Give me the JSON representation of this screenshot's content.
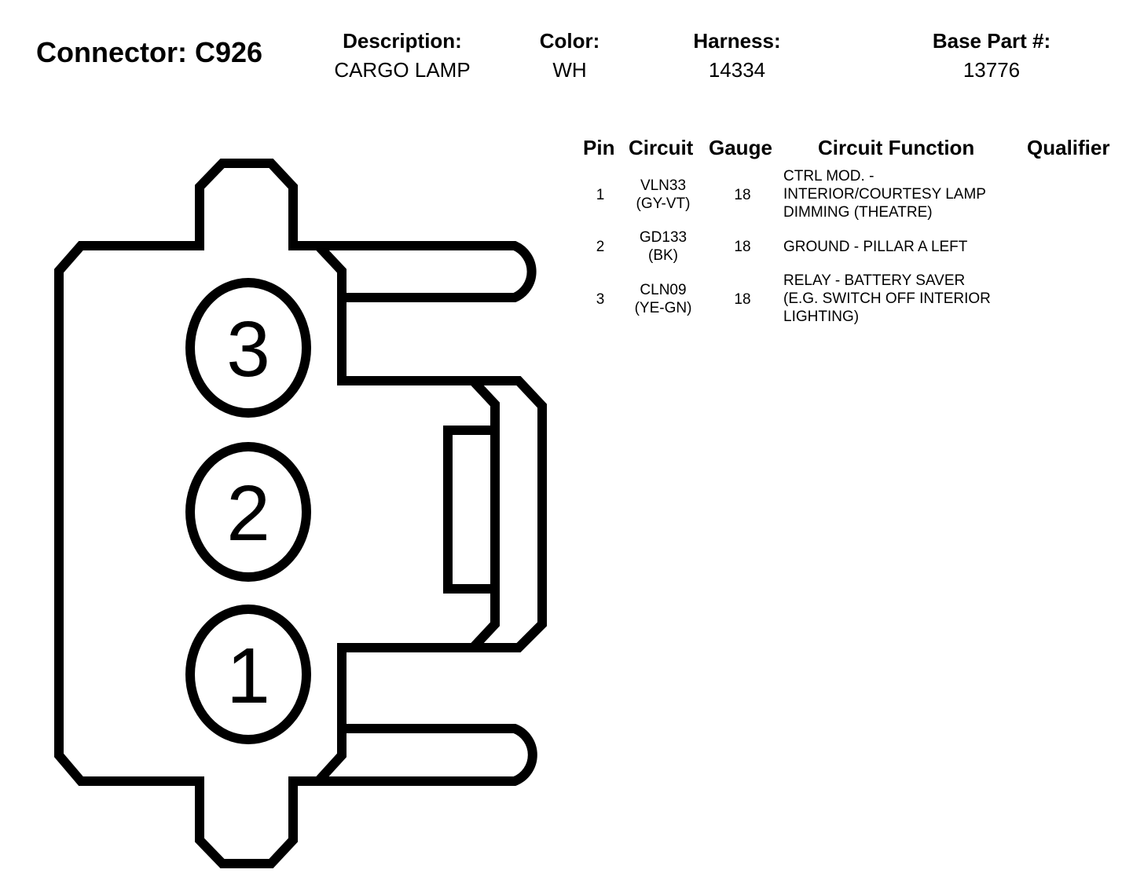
{
  "header": {
    "connector_title": "Connector: C926",
    "description_label": "Description:",
    "description_value": "CARGO LAMP",
    "color_label": "Color:",
    "color_value": "WH",
    "harness_label": "Harness:",
    "harness_value": "14334",
    "base_part_label": "Base Part #:",
    "base_part_value": "13776"
  },
  "table": {
    "headers": {
      "pin": "Pin",
      "circuit": "Circuit",
      "gauge": "Gauge",
      "function": "Circuit Function",
      "qualifier": "Qualifier"
    },
    "rows": [
      {
        "pin": "1",
        "circuit": "VLN33",
        "circuit_color": "(GY-VT)",
        "gauge": "18",
        "function_lines": [
          "CTRL MOD. -",
          "INTERIOR/COURTESY LAMP",
          "DIMMING (THEATRE)"
        ],
        "qualifier": ""
      },
      {
        "pin": "2",
        "circuit": "GD133",
        "circuit_color": "(BK)",
        "gauge": "18",
        "function_lines": [
          "GROUND - PILLAR A LEFT"
        ],
        "qualifier": ""
      },
      {
        "pin": "3",
        "circuit": "CLN09",
        "circuit_color": "(YE-GN)",
        "gauge": "18",
        "function_lines": [
          "RELAY - BATTERY SAVER",
          "(E.G. SWITCH OFF INTERIOR",
          "LIGHTING)"
        ],
        "qualifier": ""
      }
    ]
  },
  "diagram": {
    "pin_labels": [
      "3",
      "2",
      "1"
    ],
    "stroke_color": "#000000"
  }
}
